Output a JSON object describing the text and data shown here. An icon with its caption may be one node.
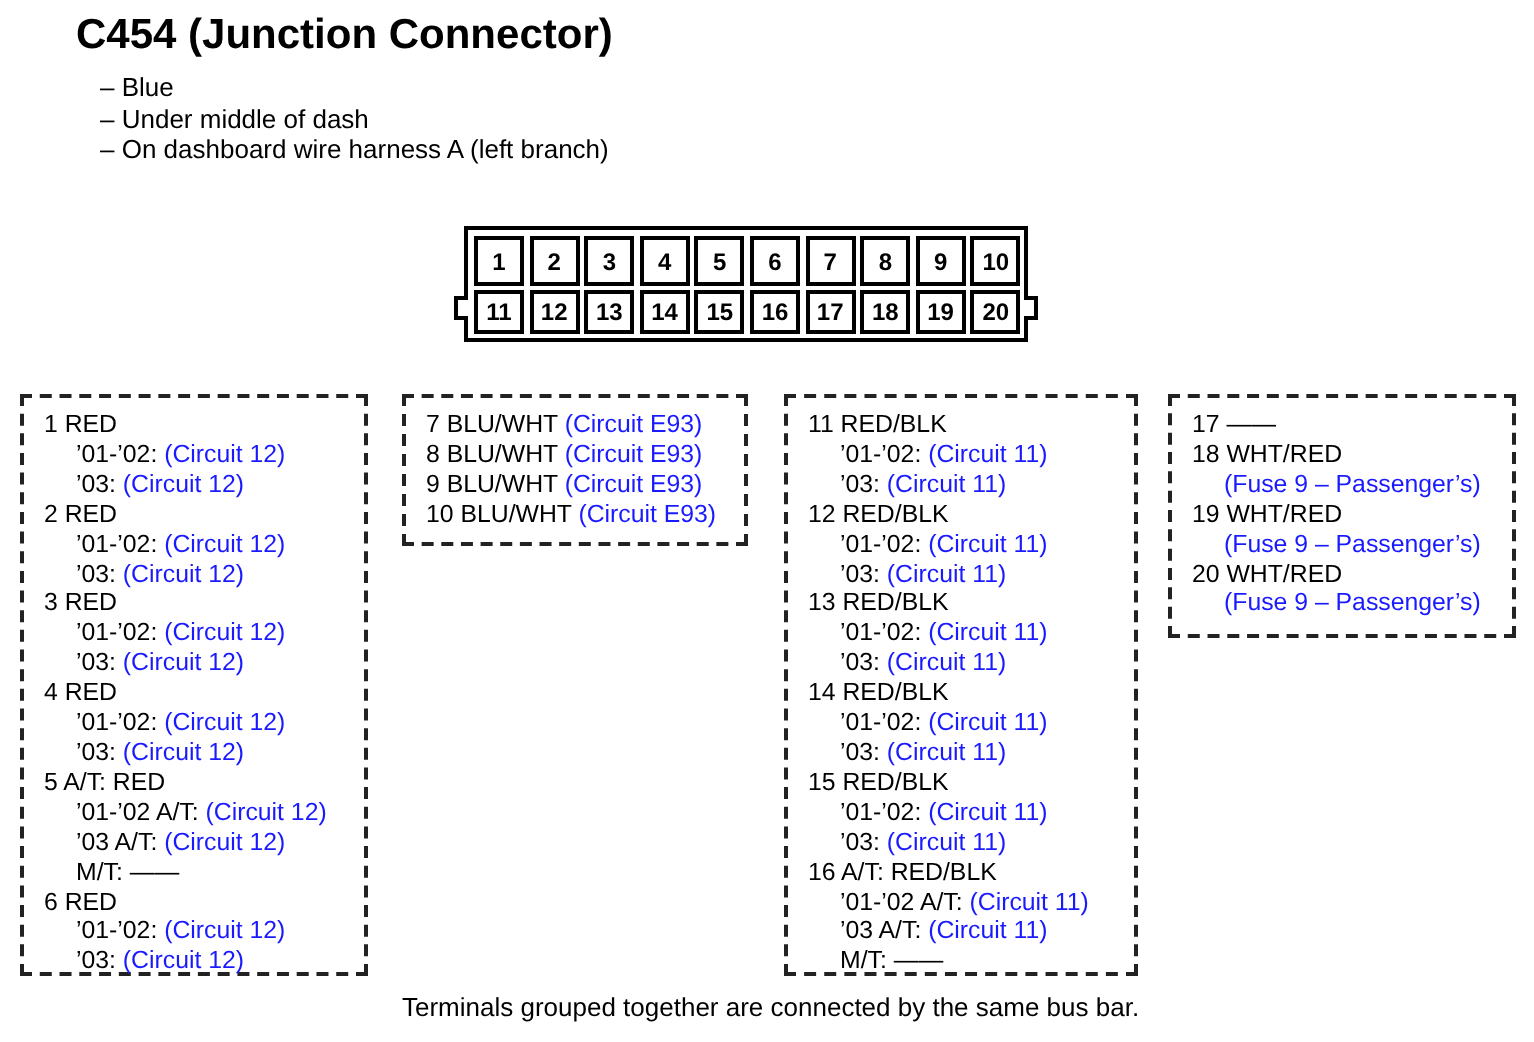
{
  "diagram": {
    "title": "C454 (Junction Connector)",
    "nodes": [
      {
        "text": [],
        "shape": "box"
      },
      {
        "text": [
          "1"
        ],
        "in": 0
      },
      {
        "text": [
          "2"
        ],
        "in": 0
      },
      {
        "text": [
          "3"
        ],
        "in": 0
      },
      {
        "text": [
          "4"
        ],
        "in": 0
      },
      {
        "text": [
          "5"
        ],
        "in": 0
      },
      {
        "text": [
          "6"
        ],
        "in": 0
      },
      {
        "text": [
          "7"
        ],
        "in": 0
      },
      {
        "text": [
          "8"
        ],
        "in": 0
      },
      {
        "text": [
          "9"
        ],
        "in": 0
      },
      {
        "text": [
          "10"
        ],
        "in": 0
      },
      {
        "text": [
          "11"
        ],
        "in": 0
      },
      {
        "text": [
          "12"
        ],
        "in": 0
      },
      {
        "text": [
          "13"
        ],
        "in": 0
      },
      {
        "text": [
          "14"
        ],
        "in": 0
      },
      {
        "text": [
          "15"
        ],
        "in": 0
      },
      {
        "text": [
          "16"
        ],
        "in": 0
      },
      {
        "text": [
          "17"
        ],
        "in": 0
      },
      {
        "text": [
          "18"
        ],
        "in": 0
      },
      {
        "text": [
          "19"
        ],
        "in": 0
      },
      {
        "text": [
          "20"
        ],
        "in": 0
      },
      {
        "text": [],
        "shape": "box"
      },
      {
        "text": [
          "1 RED",
          "’01-’02: (Circuit 12)",
          "’03: (Circuit 12)"
        ],
        "in": 21
      },
      {
        "text": [
          "2 RED",
          "’01-’02: (Circuit 12)",
          "’03: (Circuit 12)"
        ],
        "in": 21
      },
      {
        "text": [
          "3 RED",
          "’01-’02: (Circuit 12)",
          "’03: (Circuit 12)"
        ],
        "in": 21
      },
      {
        "text": [
          "4 RED",
          "’01-’02: (Circuit 12)",
          "’03: (Circuit 12)"
        ],
        "in": 21
      },
      {
        "text": [
          "5 A/T: RED",
          "’01-’02 A/T: (Circuit 12)",
          "’03 A/T: (Circuit 12)",
          "M/T: ——"
        ],
        "in": 21
      },
      {
        "text": [
          "6 RED",
          "’01-’02: (Circuit 12)",
          "’03: (Circuit 12)"
        ],
        "in": 21
      },
      {
        "text": [],
        "shape": "box"
      },
      {
        "text": [
          "7 BLU/WHT (Circuit E93)"
        ],
        "in": 28
      },
      {
        "text": [
          "8 BLU/WHT (Circuit E93)"
        ],
        "in": 28
      },
      {
        "text": [
          "9 BLU/WHT (Circuit E93)"
        ],
        "in": 28
      },
      {
        "text": [
          "10 BLU/WHT (Circuit E93)"
        ],
        "in": 28
      },
      {
        "text": [],
        "shape": "box"
      },
      {
        "text": [
          "11 RED/BLK",
          "’01-’02: (Circuit 11)",
          "’03: (Circuit 11)"
        ],
        "in": 33
      },
      {
        "text": [
          "12 RED/BLK",
          "’01-’02: (Circuit 11)",
          "’03: (Circuit 11)"
        ],
        "in": 33
      },
      {
        "text": [
          "13 RED/BLK",
          "’01-’02: (Circuit 11)",
          "’03: (Circuit 11)"
        ],
        "in": 33
      },
      {
        "text": [
          "14 RED/BLK",
          "’01-’02: (Circuit 11)",
          "’03: (Circuit 11)"
        ],
        "in": 33
      },
      {
        "text": [
          "15 RED/BLK",
          "’01-’02: (Circuit 11)",
          "’03: (Circuit 11)"
        ],
        "in": 33
      },
      {
        "text": [
          "16 A/T: RED/BLK",
          "’01-’02 A/T: (Circuit 11)",
          "’03 A/T: (Circuit 11)",
          "M/T: ——"
        ],
        "in": 33
      },
      {
        "text": [],
        "shape": "box"
      },
      {
        "text": [
          "17 ——"
        ],
        "in": 40
      },
      {
        "text": [
          "18 WHT/RED",
          "(Fuse 9 – Passenger’s)"
        ],
        "in": 40
      },
      {
        "text": [
          "19 WHT/RED",
          "(Fuse 9 – Passenger’s)"
        ],
        "in": 40
      },
      {
        "text": [
          "20 WHT/RED",
          "(Fuse 9 – Passenger’s)"
        ],
        "in": 40
      }
    ],
    "edges": [],
    "labels": [
      "– Blue",
      "– Under middle of dash",
      "– On dashboard wire harness A (left branch)",
      "Terminals grouped together are connected by the same bus bar."
    ]
  }
}
